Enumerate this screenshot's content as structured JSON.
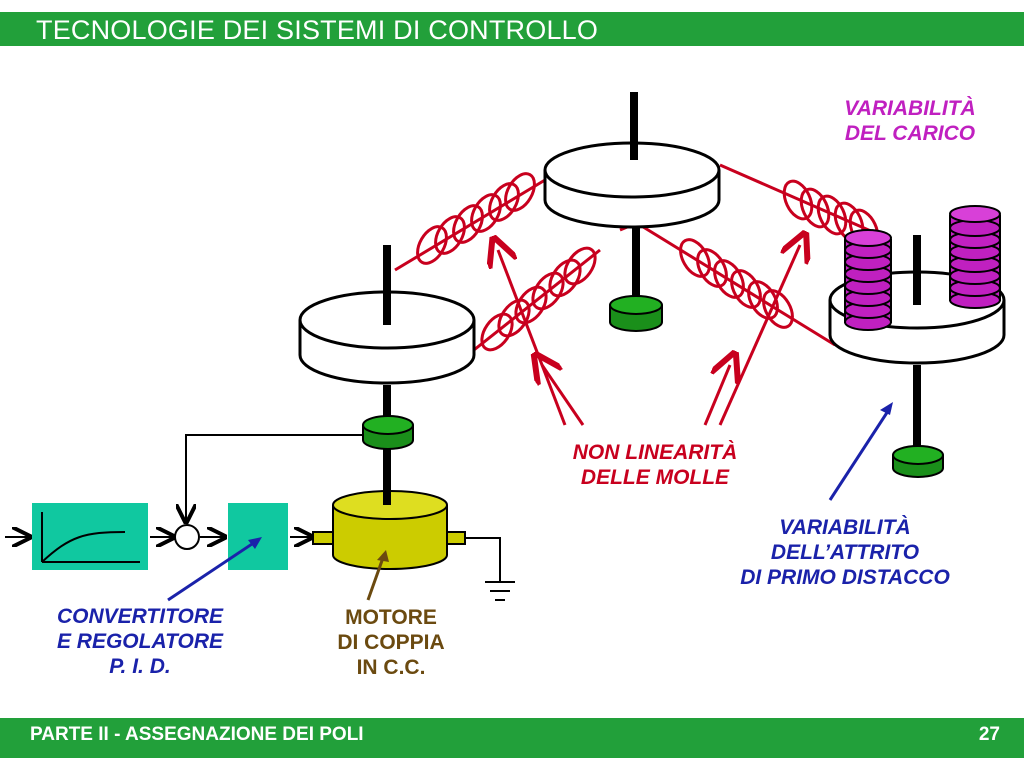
{
  "header": {
    "title": "TECNOLOGIE DEI SISTEMI DI CONTROLLO"
  },
  "footer": {
    "section": "PARTE II - ASSEGNAZIONE DEI POLI",
    "page": "27"
  },
  "labels": {
    "variabilita_carico": [
      "VARIABILITÀ",
      "DEL CARICO"
    ],
    "non_linearita": [
      "NON LINEARITÀ",
      "DELLE MOLLE"
    ],
    "variabilita_attrito": [
      "VARIABILITÀ",
      "DELL’ATTRITO",
      "DI PRIMO DISTACCO"
    ],
    "convertitore": [
      "CONVERTITORE",
      "E  REGOLATORE",
      "P. I. D."
    ],
    "motore": [
      "MOTORE",
      "DI COPPIA",
      "IN C.C."
    ]
  },
  "colors": {
    "header_green": "#22a03a",
    "spring_red": "#c8001e",
    "load_purple": "#c020c0",
    "hub_green": "#1a8f1a",
    "motor_yellow": "#cccc00",
    "block_teal": "#10c8a0",
    "arrow_navy": "#1a22aa",
    "arrow_brown": "#6b4a10"
  }
}
